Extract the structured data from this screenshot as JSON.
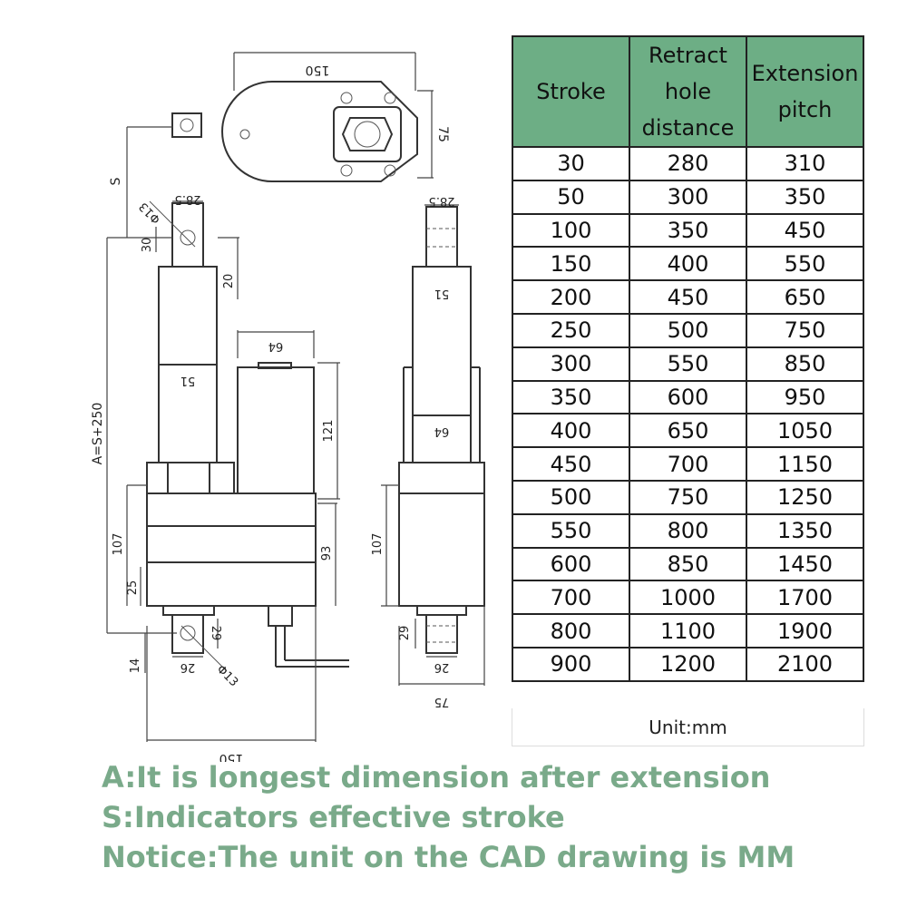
{
  "drawing": {
    "top_view": {
      "width_label": "150",
      "height_label": "75"
    },
    "front_view": {
      "stroke_label": "S",
      "rod_end_width": "28.5",
      "hole_dia_top": "Φ13",
      "dim_30": "30",
      "dim_20": "20",
      "tube_dia": "51",
      "motor_dia": "64",
      "motor_len": "121",
      "overall_label": "A=S+250",
      "dim_107": "107",
      "dim_93": "93",
      "dim_25": "25",
      "dim_29": "29",
      "dim_14": "14",
      "dim_26": "26",
      "hole_dia_bottom": "Φ13",
      "base_width": "150"
    },
    "side_view": {
      "rod_end_width": "28.5",
      "tube_dia": "51",
      "motor_dia": "64",
      "dim_107": "107",
      "dim_29": "29",
      "dim_26": "26",
      "dim_75": "75"
    }
  },
  "table": {
    "headers": [
      "Stroke",
      "Retract hole distance",
      "Extension pitch"
    ],
    "rows": [
      [
        "30",
        "280",
        "310"
      ],
      [
        "50",
        "300",
        "350"
      ],
      [
        "100",
        "350",
        "450"
      ],
      [
        "150",
        "400",
        "550"
      ],
      [
        "200",
        "450",
        "650"
      ],
      [
        "250",
        "500",
        "750"
      ],
      [
        "300",
        "550",
        "850"
      ],
      [
        "350",
        "600",
        "950"
      ],
      [
        "400",
        "650",
        "1050"
      ],
      [
        "450",
        "700",
        "1150"
      ],
      [
        "500",
        "750",
        "1250"
      ],
      [
        "550",
        "800",
        "1350"
      ],
      [
        "600",
        "850",
        "1450"
      ],
      [
        "700",
        "1000",
        "1700"
      ],
      [
        "800",
        "1100",
        "1900"
      ],
      [
        "900",
        "1200",
        "2100"
      ]
    ],
    "unit": "Unit:mm",
    "header_color": "#6dae85"
  },
  "notes": {
    "a": "A:It is longest dimension after extension",
    "s": "S:Indicators effective stroke",
    "notice": "Notice:The unit on the CAD drawing is MM",
    "color": "#7aaa8a"
  }
}
